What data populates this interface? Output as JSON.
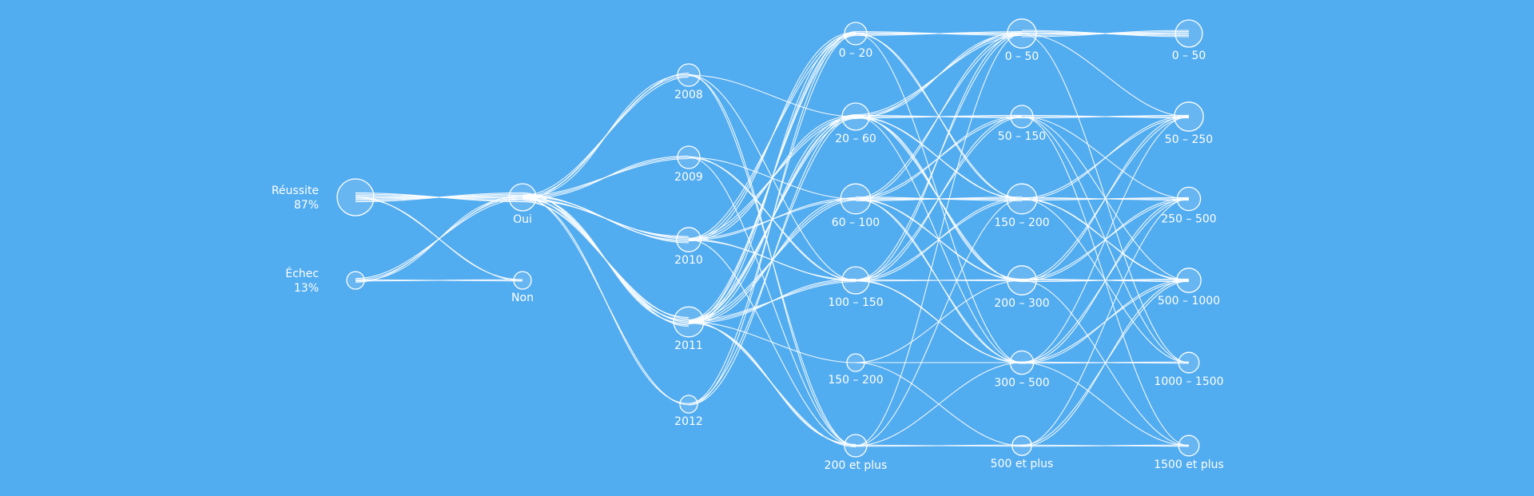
{
  "colors": {
    "background": "#52acf0",
    "line": "#ffffff"
  },
  "columns": [
    {
      "id": "outcome",
      "nodes": [
        {
          "id": "reussite",
          "label": "Réussite",
          "value": "87%",
          "size": 3
        },
        {
          "id": "echec",
          "label": "Échec",
          "value": "13%",
          "size": 1
        }
      ]
    },
    {
      "id": "answer",
      "nodes": [
        {
          "id": "oui",
          "label": "Oui",
          "size": 2
        },
        {
          "id": "non",
          "label": "Non",
          "size": 1
        }
      ]
    },
    {
      "id": "year",
      "nodes": [
        {
          "id": "y2008",
          "label": "2008",
          "size": 1.5
        },
        {
          "id": "y2009",
          "label": "2009",
          "size": 1.5
        },
        {
          "id": "y2010",
          "label": "2010",
          "size": 1.7
        },
        {
          "id": "y2011",
          "label": "2011",
          "size": 2.3
        },
        {
          "id": "y2012",
          "label": "2012",
          "size": 1
        }
      ]
    },
    {
      "id": "range1",
      "nodes": [
        {
          "id": "a0",
          "label": "0 – 20",
          "size": 1.5
        },
        {
          "id": "a1",
          "label": "20 – 60",
          "size": 2
        },
        {
          "id": "a2",
          "label": "60 – 100",
          "size": 2.3
        },
        {
          "id": "a3",
          "label": "100 – 150",
          "size": 2
        },
        {
          "id": "a4",
          "label": "150 – 200",
          "size": 1
        },
        {
          "id": "a5",
          "label": "200 et plus",
          "size": 1.5
        }
      ]
    },
    {
      "id": "range2",
      "nodes": [
        {
          "id": "b0",
          "label": "0 – 50",
          "size": 2.2
        },
        {
          "id": "b1",
          "label": "50 – 150",
          "size": 1.5
        },
        {
          "id": "b2",
          "label": "150 – 200",
          "size": 2.3
        },
        {
          "id": "b3",
          "label": "200 – 300",
          "size": 2.2
        },
        {
          "id": "b4",
          "label": "300 – 500",
          "size": 1.6
        },
        {
          "id": "b5",
          "label": "500 et plus",
          "size": 1.2
        }
      ]
    },
    {
      "id": "range3",
      "nodes": [
        {
          "id": "c0",
          "label": "0 – 50",
          "size": 2
        },
        {
          "id": "c1",
          "label": "50 – 250",
          "size": 2.2
        },
        {
          "id": "c2",
          "label": "250 – 500",
          "size": 1.6
        },
        {
          "id": "c3",
          "label": "500 – 1000",
          "size": 1.7
        },
        {
          "id": "c4",
          "label": "1000 – 1500",
          "size": 1.3
        },
        {
          "id": "c5",
          "label": "1500 et plus",
          "size": 1.3
        }
      ]
    }
  ],
  "links": [
    [
      "reussite",
      "oui",
      8
    ],
    [
      "reussite",
      "non",
      2
    ],
    [
      "echec",
      "oui",
      4
    ],
    [
      "echec",
      "non",
      2
    ],
    [
      "oui",
      "y2008",
      4
    ],
    [
      "oui",
      "y2009",
      3
    ],
    [
      "oui",
      "y2010",
      6
    ],
    [
      "oui",
      "y2011",
      8
    ],
    [
      "oui",
      "y2012",
      2
    ],
    [
      "y2008",
      "a1",
      1
    ],
    [
      "y2008",
      "a3",
      1
    ],
    [
      "y2008",
      "a5",
      2
    ],
    [
      "y2009",
      "a2",
      1
    ],
    [
      "y2009",
      "a3",
      2
    ],
    [
      "y2009",
      "a5",
      1
    ],
    [
      "y2010",
      "a0",
      3
    ],
    [
      "y2010",
      "a1",
      3
    ],
    [
      "y2010",
      "a2",
      2
    ],
    [
      "y2010",
      "a3",
      2
    ],
    [
      "y2010",
      "a5",
      1
    ],
    [
      "y2011",
      "a0",
      4
    ],
    [
      "y2011",
      "a1",
      4
    ],
    [
      "y2011",
      "a2",
      3
    ],
    [
      "y2011",
      "a3",
      3
    ],
    [
      "y2011",
      "a4",
      1
    ],
    [
      "y2011",
      "a5",
      3
    ],
    [
      "y2012",
      "a0",
      2
    ],
    [
      "y2012",
      "a1",
      2
    ],
    [
      "a0",
      "b0",
      4
    ],
    [
      "a0",
      "b2",
      2
    ],
    [
      "a0",
      "b4",
      1
    ],
    [
      "a1",
      "b0",
      4
    ],
    [
      "a1",
      "b1",
      3
    ],
    [
      "a1",
      "b2",
      2
    ],
    [
      "a1",
      "b3",
      3
    ],
    [
      "a1",
      "b4",
      1
    ],
    [
      "a2",
      "b0",
      2
    ],
    [
      "a2",
      "b1",
      2
    ],
    [
      "a2",
      "b2",
      4
    ],
    [
      "a2",
      "b3",
      2
    ],
    [
      "a2",
      "b4",
      2
    ],
    [
      "a3",
      "b0",
      2
    ],
    [
      "a3",
      "b1",
      2
    ],
    [
      "a3",
      "b2",
      2
    ],
    [
      "a3",
      "b3",
      2
    ],
    [
      "a3",
      "b4",
      2
    ],
    [
      "a4",
      "b3",
      1
    ],
    [
      "a4",
      "b4",
      1
    ],
    [
      "a4",
      "b5",
      1
    ],
    [
      "a5",
      "b0",
      1
    ],
    [
      "a5",
      "b2",
      1
    ],
    [
      "a5",
      "b4",
      1
    ],
    [
      "a5",
      "b5",
      2
    ],
    [
      "b0",
      "c0",
      6
    ],
    [
      "b0",
      "c1",
      1
    ],
    [
      "b0",
      "c4",
      1
    ],
    [
      "b1",
      "c1",
      3
    ],
    [
      "b1",
      "c2",
      1
    ],
    [
      "b1",
      "c3",
      1
    ],
    [
      "b1",
      "c4",
      1
    ],
    [
      "b1",
      "c5",
      1
    ],
    [
      "b2",
      "c1",
      2
    ],
    [
      "b2",
      "c2",
      3
    ],
    [
      "b2",
      "c3",
      2
    ],
    [
      "b2",
      "c4",
      1
    ],
    [
      "b3",
      "c1",
      2
    ],
    [
      "b3",
      "c2",
      2
    ],
    [
      "b3",
      "c3",
      3
    ],
    [
      "b3",
      "c5",
      1
    ],
    [
      "b4",
      "c1",
      1
    ],
    [
      "b4",
      "c2",
      2
    ],
    [
      "b4",
      "c3",
      2
    ],
    [
      "b4",
      "c4",
      2
    ],
    [
      "b4",
      "c5",
      1
    ],
    [
      "b5",
      "c2",
      1
    ],
    [
      "b5",
      "c3",
      2
    ],
    [
      "b5",
      "c5",
      2
    ]
  ]
}
